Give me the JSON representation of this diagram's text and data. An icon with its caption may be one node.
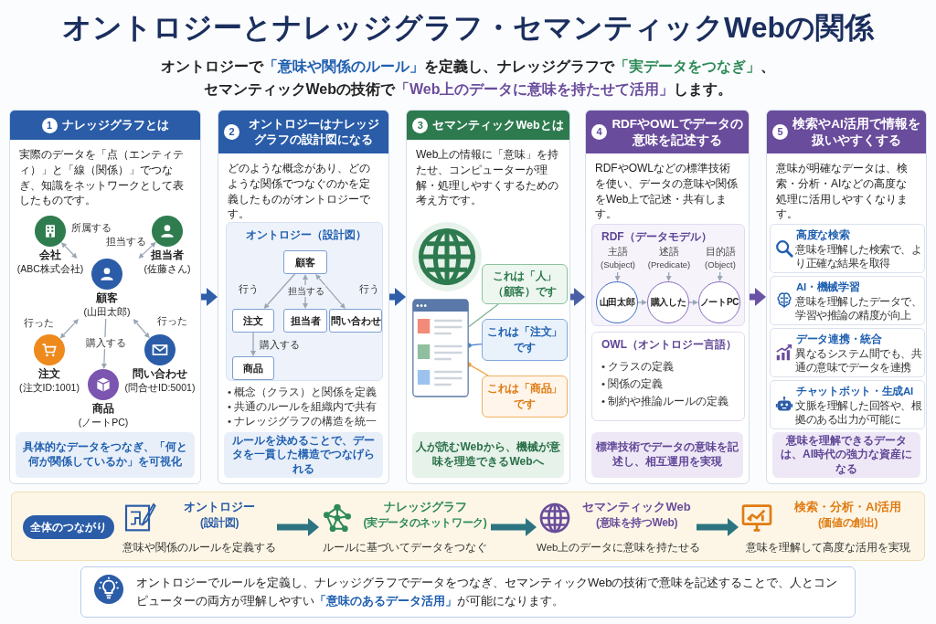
{
  "diagram": {
    "title": "オントロジーとナレッジグラフ・セマンティックWebの関係",
    "nodes": [
      {
        "text": [
          "1",
          "ナレッジグラフとは",
          "実際のデータを「点（エンティティ）」と「線（関係）」でつなぎ、知識をネットワークとして表したものです。",
          "具体的なデータをつなぎ、「何と何が関係しているか」を可視化"
        ]
      },
      {
        "text": [
          "2",
          "オントロジーはナレッジグラフの設計図になる",
          "どのような概念があり、どのような関係でつなぐのかを定義したものがオントロジーです。",
          "ルールを決めることで、データを一貫した構造でつなげられる"
        ]
      },
      {
        "text": [
          "3",
          "セマンティックWebとは",
          "Web上の情報に「意味」を持たせ、コンピューターが理解・処理しやすくするための考え方です。",
          "人が読むWebから、機械が意味を理造できるWebへ"
        ]
      },
      {
        "text": [
          "4",
          "RDFやOWLでデータの意味を記述する",
          "RDFやOWLなどの標準技術を使い、データの意味や関係をWeb上で記述・共有します。",
          "標準技術でデータの意味を記述し、相互運用を実現"
        ]
      },
      {
        "text": [
          "5",
          "検索やAI活用で情報を扱いやすくする",
          "意味が明確なデータは、検索・分析・AIなどの高度な処理に活用しやすくなります。",
          "意味を理解できるデータは、AI時代の強力な資産になる"
        ]
      },
      {
        "text": [],
        "shape": "circle",
        "beside": [
          "会社",
          "(ABC株式会社)"
        ],
        "in": 0
      },
      {
        "text": [],
        "shape": "circle",
        "beside": [
          "担当者",
          "(佐藤さん)"
        ],
        "in": 0
      },
      {
        "text": [
          "顧客",
          "(山田太郎)"
        ],
        "in": 0
      },
      {
        "text": [],
        "shape": "circle",
        "beside": [
          "注文",
          "(注文ID:1001)"
        ],
        "in": 0
      },
      {
        "text": [],
        "shape": "circle",
        "beside": [
          "商品",
          "(ノートPC)"
        ],
        "in": 0
      },
      {
        "text": [],
        "shape": "circle",
        "beside": [
          "問い合わせ",
          "(問合せID:5001)"
        ],
        "in": 0
      },
      {
        "text": [
          "オントロジー（設計図）"
        ],
        "in": 1
      },
      {
        "text": [
          "顧客"
        ],
        "in": 11
      },
      {
        "text": [
          "注文"
        ],
        "in": 11
      },
      {
        "text": [
          "担当者"
        ],
        "in": 11
      },
      {
        "text": [
          "問い合わせ"
        ],
        "in": 11
      },
      {
        "text": [
          "商品"
        ],
        "in": 11
      },
      {
        "text": [],
        "shape": "picture",
        "in": 2
      },
      {
        "text": [
          "これは「人」（顧客）です"
        ],
        "in": 2
      },
      {
        "text": [
          "これは「注文」です"
        ],
        "in": 2
      },
      {
        "text": [
          "これは「商品」です"
        ],
        "in": 2
      },
      {
        "text": [
          "RDF（データモデル）"
        ],
        "in": 3
      },
      {
        "text": [
          "主語",
          "(Subject)"
        ],
        "in": 21
      },
      {
        "text": [
          "述語",
          "(Predicate)"
        ],
        "in": 21
      },
      {
        "text": [
          "目的語",
          "(Object)"
        ],
        "in": 21
      },
      {
        "text": [
          "山田太郎"
        ],
        "in": 21
      },
      {
        "text": [
          "購入した"
        ],
        "in": 21
      },
      {
        "text": [
          "ノートPC"
        ],
        "in": 21
      },
      {
        "text": [
          "OWL（オントロジー言語）",
          "• クラスの定義",
          "• 関係の定義",
          "• 制約や推論ルールの定義"
        ],
        "in": 3
      },
      {
        "text": [
          "高度な検索",
          "意味を理解した検索で、より正確な結果を取得"
        ],
        "in": 4
      },
      {
        "text": [
          "AI・機械学習",
          "意味を理解したデータで、学習や推論の精度が向上"
        ],
        "in": 4
      },
      {
        "text": [
          "データ連携・統合",
          "異なるシステム間でも、共通の意味でデータを連携"
        ],
        "in": 4
      },
      {
        "text": [
          "チャットボット・生成AI",
          "文脈を理解した回答や、根拠のある出力が可能に"
        ],
        "in": 4
      },
      {
        "text": [],
        "shape": "box"
      },
      {
        "text": [
          "全体のつながり"
        ],
        "in": 33
      },
      {
        "text": [
          "オントロジー",
          "(設計図)",
          "意味や関係のルールを定義する"
        ],
        "in": 33
      },
      {
        "text": [
          "ナレッジグラフ",
          "(実データのネットワーク)",
          "ルールに基づいてデータをつなぐ"
        ],
        "in": 33
      },
      {
        "text": [
          "セマンティックWeb",
          "(意味を持つWeb)",
          "Web上のデータに意味を持たせる"
        ],
        "in": 33
      },
      {
        "text": [
          "検索・分析・AI活用",
          "(価値の創出)",
          "意味を理解して高度な活用を実現"
        ],
        "in": 33
      },
      {
        "text": [
          "オントロジーでルールを定義し、ナレッジグラフでデータをつなぎ、セマンティックWebの技術で意味を記述することで、人とコンピューターの両方が理解しやすい**「意味のあるデータ活用」**が可能になります。"
        ]
      }
    ],
    "edges": [
      {
        "from": 0,
        "to": 1,
        "arrow": "to",
        "style": "thick",
        "color": "#2f5fa8"
      },
      {
        "from": 1,
        "to": 2,
        "arrow": "to",
        "style": "thick",
        "color": "#2f5fa8"
      },
      {
        "from": 2,
        "to": 3,
        "arrow": "to",
        "style": "thick",
        "color": "#4a5fa5"
      },
      {
        "from": 3,
        "to": 4,
        "arrow": "to",
        "style": "thick",
        "color": "#6a52a6"
      },
      {
        "from": 7,
        "to": 5,
        "arrow": "both",
        "label": "所属する"
      },
      {
        "from": 7,
        "to": 6,
        "arrow": "both",
        "label": "担当する"
      },
      {
        "from": 7,
        "to": 8,
        "arrow": "both",
        "label": "行った"
      },
      {
        "from": 7,
        "to": 9,
        "arrow": "to",
        "label": "購入する"
      },
      {
        "from": 7,
        "to": 10,
        "arrow": "both",
        "label": "行った"
      },
      {
        "from": 12,
        "to": 13,
        "arrow": "to",
        "label": "行う"
      },
      {
        "from": 12,
        "to": 14,
        "arrow": "both",
        "label": "担当する"
      },
      {
        "from": 12,
        "to": 15,
        "arrow": "both",
        "label": "行う"
      },
      {
        "from": 13,
        "to": 16,
        "arrow": "to",
        "label": "購入する"
      },
      {
        "from": 18,
        "to": 17,
        "arrow": "none",
        "color": "#7fb48f"
      },
      {
        "from": 19,
        "to": 17,
        "arrow": "other",
        "color": "#4f86cc"
      },
      {
        "from": 20,
        "to": 17,
        "arrow": "other",
        "color": "#f0a23a"
      },
      {
        "from": 22,
        "to": 25,
        "arrow": "to"
      },
      {
        "from": 23,
        "to": 26,
        "arrow": "to"
      },
      {
        "from": 24,
        "to": 27,
        "arrow": "to"
      },
      {
        "from": 25,
        "to": 26,
        "arrow": "to"
      },
      {
        "from": 26,
        "to": 27,
        "arrow": "to"
      },
      {
        "from": 35,
        "to": 36,
        "arrow": "to",
        "style": "thick",
        "color": "#2b7480"
      },
      {
        "from": 36,
        "to": 37,
        "arrow": "to",
        "style": "thick",
        "color": "#2b7480"
      },
      {
        "from": 37,
        "to": 38,
        "arrow": "to",
        "style": "thick",
        "color": "#2b7480"
      }
    ],
    "labels": [
      "オントロジーで**「意味や関係のルール」**を定義し、ナレッジグラフで**「実データをつなぎ」**、セマンティックWebの技術で**「Web上のデータに意味を持たせて活用」**します。",
      "• 概念（クラス）と関係を定義",
      "• 共通のルールを組織内で共有",
      "• ナレッジグラフの構造を統一"
    ]
  }
}
